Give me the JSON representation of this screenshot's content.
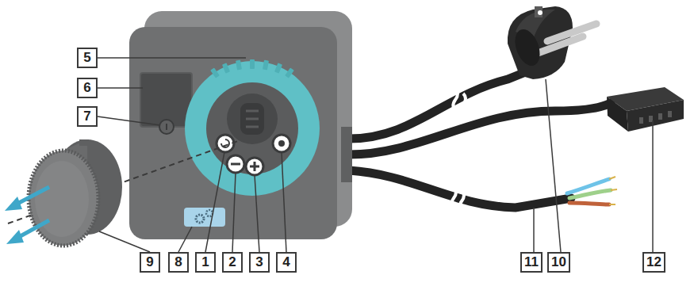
{
  "diagram": {
    "labels": [
      "5",
      "6",
      "7",
      "9",
      "8",
      "1",
      "2",
      "3",
      "4",
      "11",
      "10",
      "12"
    ]
  }
}
